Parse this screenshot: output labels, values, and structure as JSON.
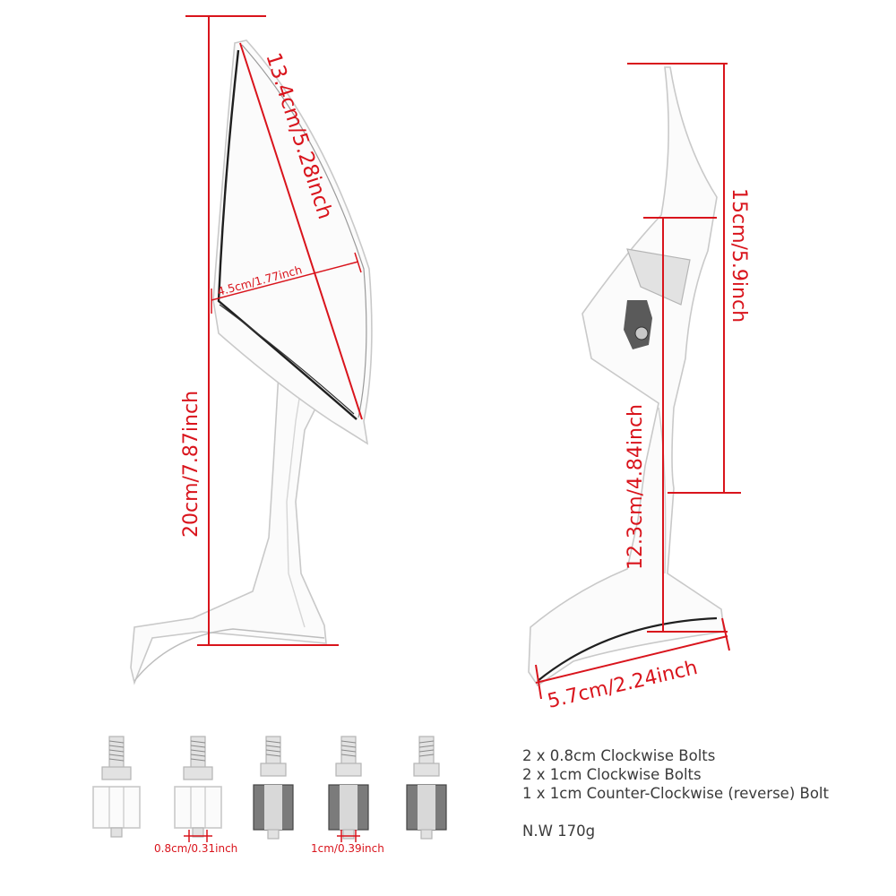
{
  "left_mirror": {
    "height_label": "20cm/7.87inch",
    "diagonal_label": "13.4cm/5.28inch",
    "width_label": "4.5cm/1.77inch"
  },
  "right_mirror": {
    "head_height_label": "15cm/5.9inch",
    "stem_height_label": "12.3cm/4.84inch",
    "base_width_label": "5.7cm/2.24inch"
  },
  "bolts": {
    "small_label": "0.8cm/0.31inch",
    "large_label": "1cm/0.39inch"
  },
  "specs": {
    "line1": "2 x 0.8cm Clockwise Bolts",
    "line2": "2 x 1cm Clockwise Bolts",
    "line3": "1 x 1cm Counter-Clockwise (reverse) Bolt",
    "weight": "N.W 170g"
  }
}
